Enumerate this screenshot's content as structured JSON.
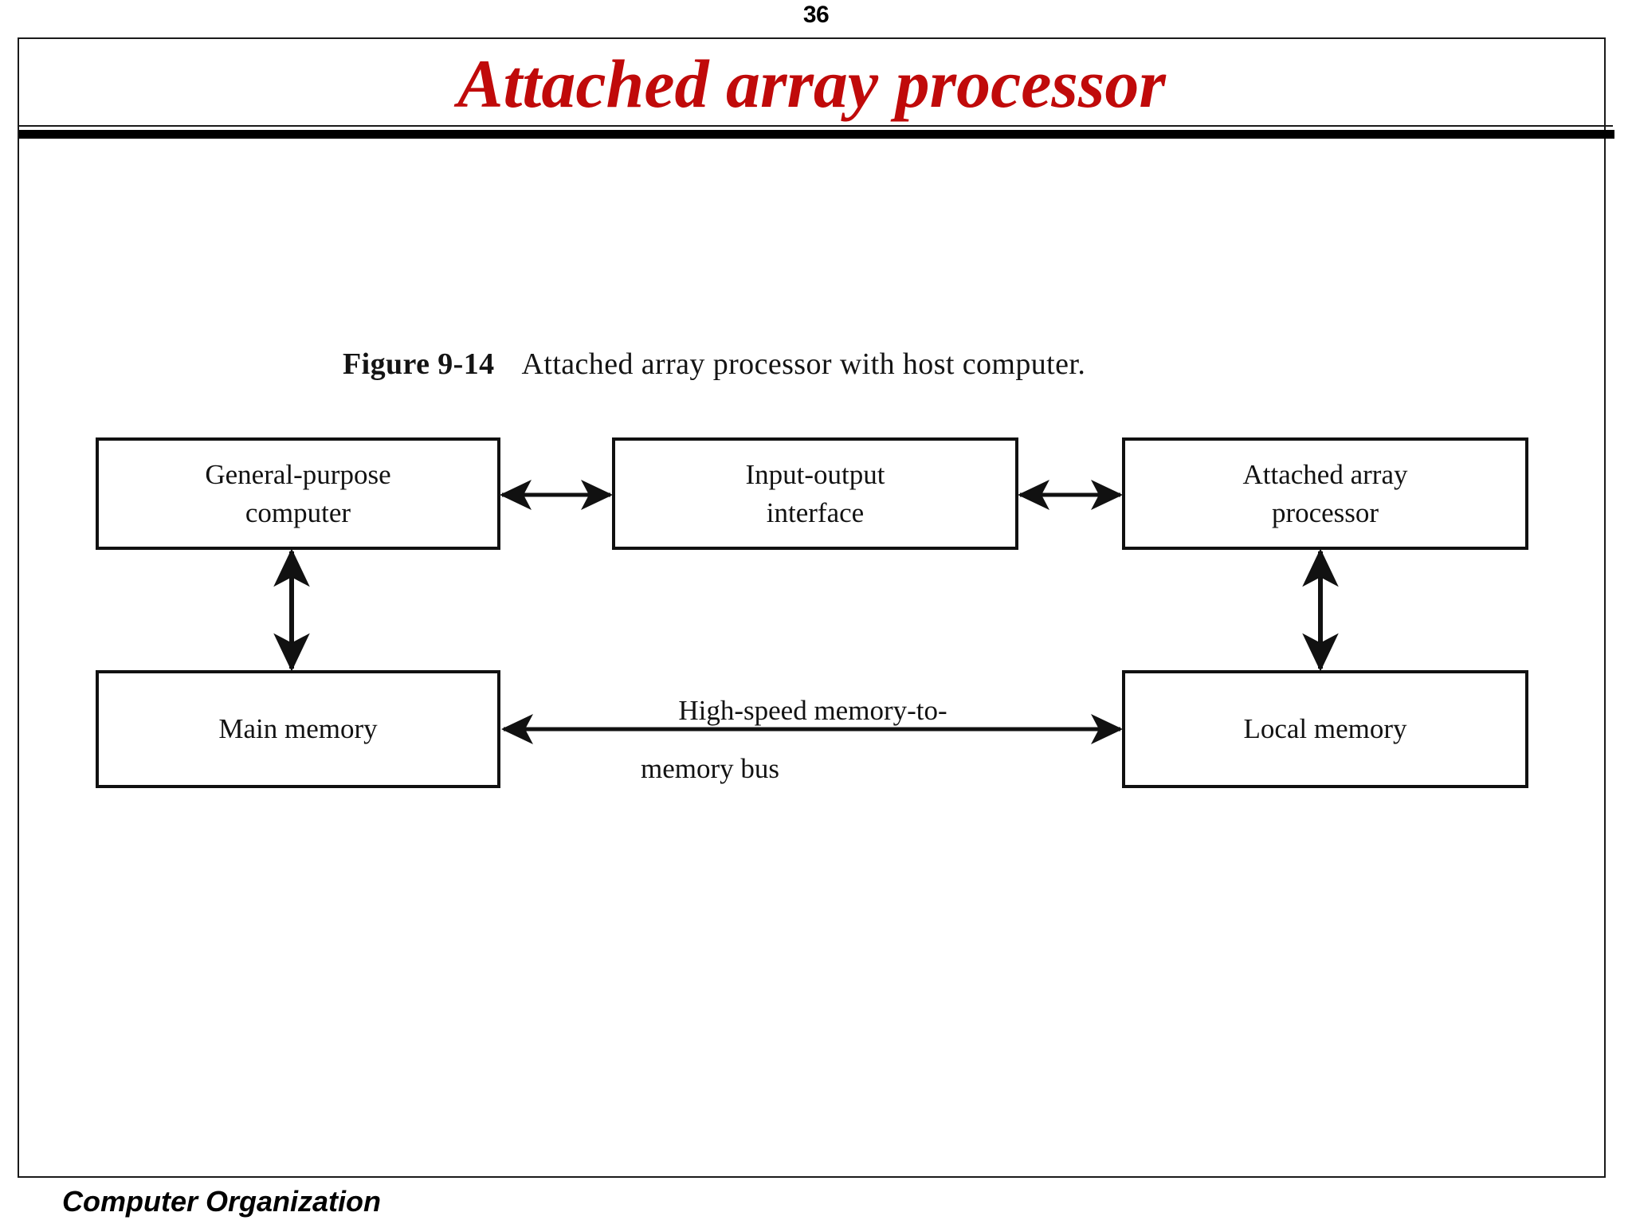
{
  "page": {
    "number": "36",
    "footer": "Computer Organization"
  },
  "title": {
    "text": "Attached array processor",
    "color": "#C00A0A"
  },
  "figure": {
    "caption_label": "Figure 9-14",
    "caption_text": "Attached array processor with host computer.",
    "boxes": [
      {
        "id": "gp-computer",
        "line1": "General-purpose",
        "line2": "computer"
      },
      {
        "id": "io-interface",
        "line1": "Input-output",
        "line2": "interface"
      },
      {
        "id": "array-proc",
        "line1": "Attached array",
        "line2": "processor"
      },
      {
        "id": "main-memory",
        "line1": "Main memory",
        "line2": ""
      },
      {
        "id": "local-memory",
        "line1": "Local memory",
        "line2": ""
      }
    ],
    "bus_label_line1": "High-speed memory-to-",
    "bus_label_line2": "memory bus",
    "connectors": [
      {
        "name": "gp-computer-to-io-interface",
        "direction": "bidirectional",
        "orientation": "horizontal"
      },
      {
        "name": "io-interface-to-array-processor",
        "direction": "bidirectional",
        "orientation": "horizontal"
      },
      {
        "name": "gp-computer-to-main-memory",
        "direction": "bidirectional",
        "orientation": "vertical"
      },
      {
        "name": "array-processor-to-local-memory",
        "direction": "bidirectional",
        "orientation": "vertical"
      },
      {
        "name": "main-memory-to-local-memory-bus",
        "direction": "bidirectional",
        "orientation": "horizontal"
      }
    ]
  }
}
